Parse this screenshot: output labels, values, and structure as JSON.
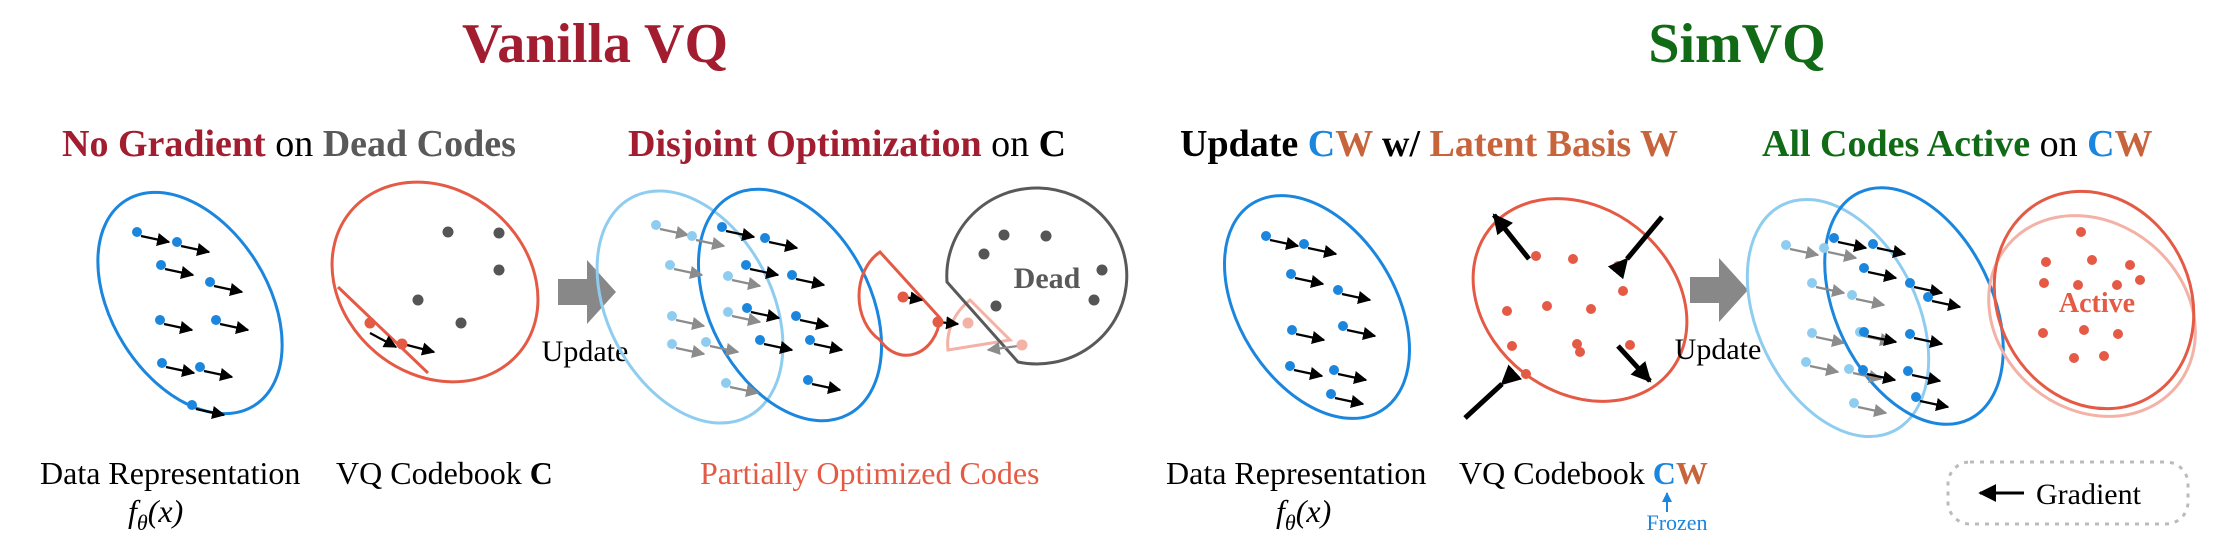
{
  "colors": {
    "title_red": "#a21d2f",
    "title_green": "#116b16",
    "dark_gray": "#595959",
    "blue": "#1b86dd",
    "light_blue": "#8fcdf0",
    "orange_red": "#e45a45",
    "pink": "#f4b1a6",
    "brown_orange": "#c8643c",
    "arrow_gray": "#8c8c8c"
  },
  "left": {
    "title": "Vanilla VQ",
    "sub1": {
      "part1": "No Gradient",
      "part2": " on ",
      "part3": "Dead Codes"
    },
    "sub2": {
      "part1": "Disjoint Optimization",
      "part2": " on ",
      "part3": "C"
    },
    "update_label": "Update",
    "dead_label": "Dead",
    "data_rep_label": "Data Representation",
    "f_theta": "f",
    "f_sub": "θ",
    "f_arg": "(x)",
    "codebook_label": "VQ Codebook ",
    "codebook_symbol": "C",
    "partial_label": "Partially Optimized Codes"
  },
  "right": {
    "title": "SimVQ",
    "sub1": {
      "part1": "Update ",
      "c": "C",
      "w": "W",
      "part2": " w/ ",
      "part3": "Latent Basis W"
    },
    "sub2": {
      "part1": "All Codes Active",
      "part2": " on ",
      "c": "C",
      "w": "W"
    },
    "update_label": "Update",
    "active_label": "Active",
    "data_rep_label": "Data Representation",
    "f_theta": "f",
    "f_sub": "θ",
    "f_arg": "(x)",
    "codebook_label": "VQ Codebook ",
    "c": "C",
    "w": "W",
    "frozen_label": "Frozen",
    "legend_label": "Gradient"
  }
}
